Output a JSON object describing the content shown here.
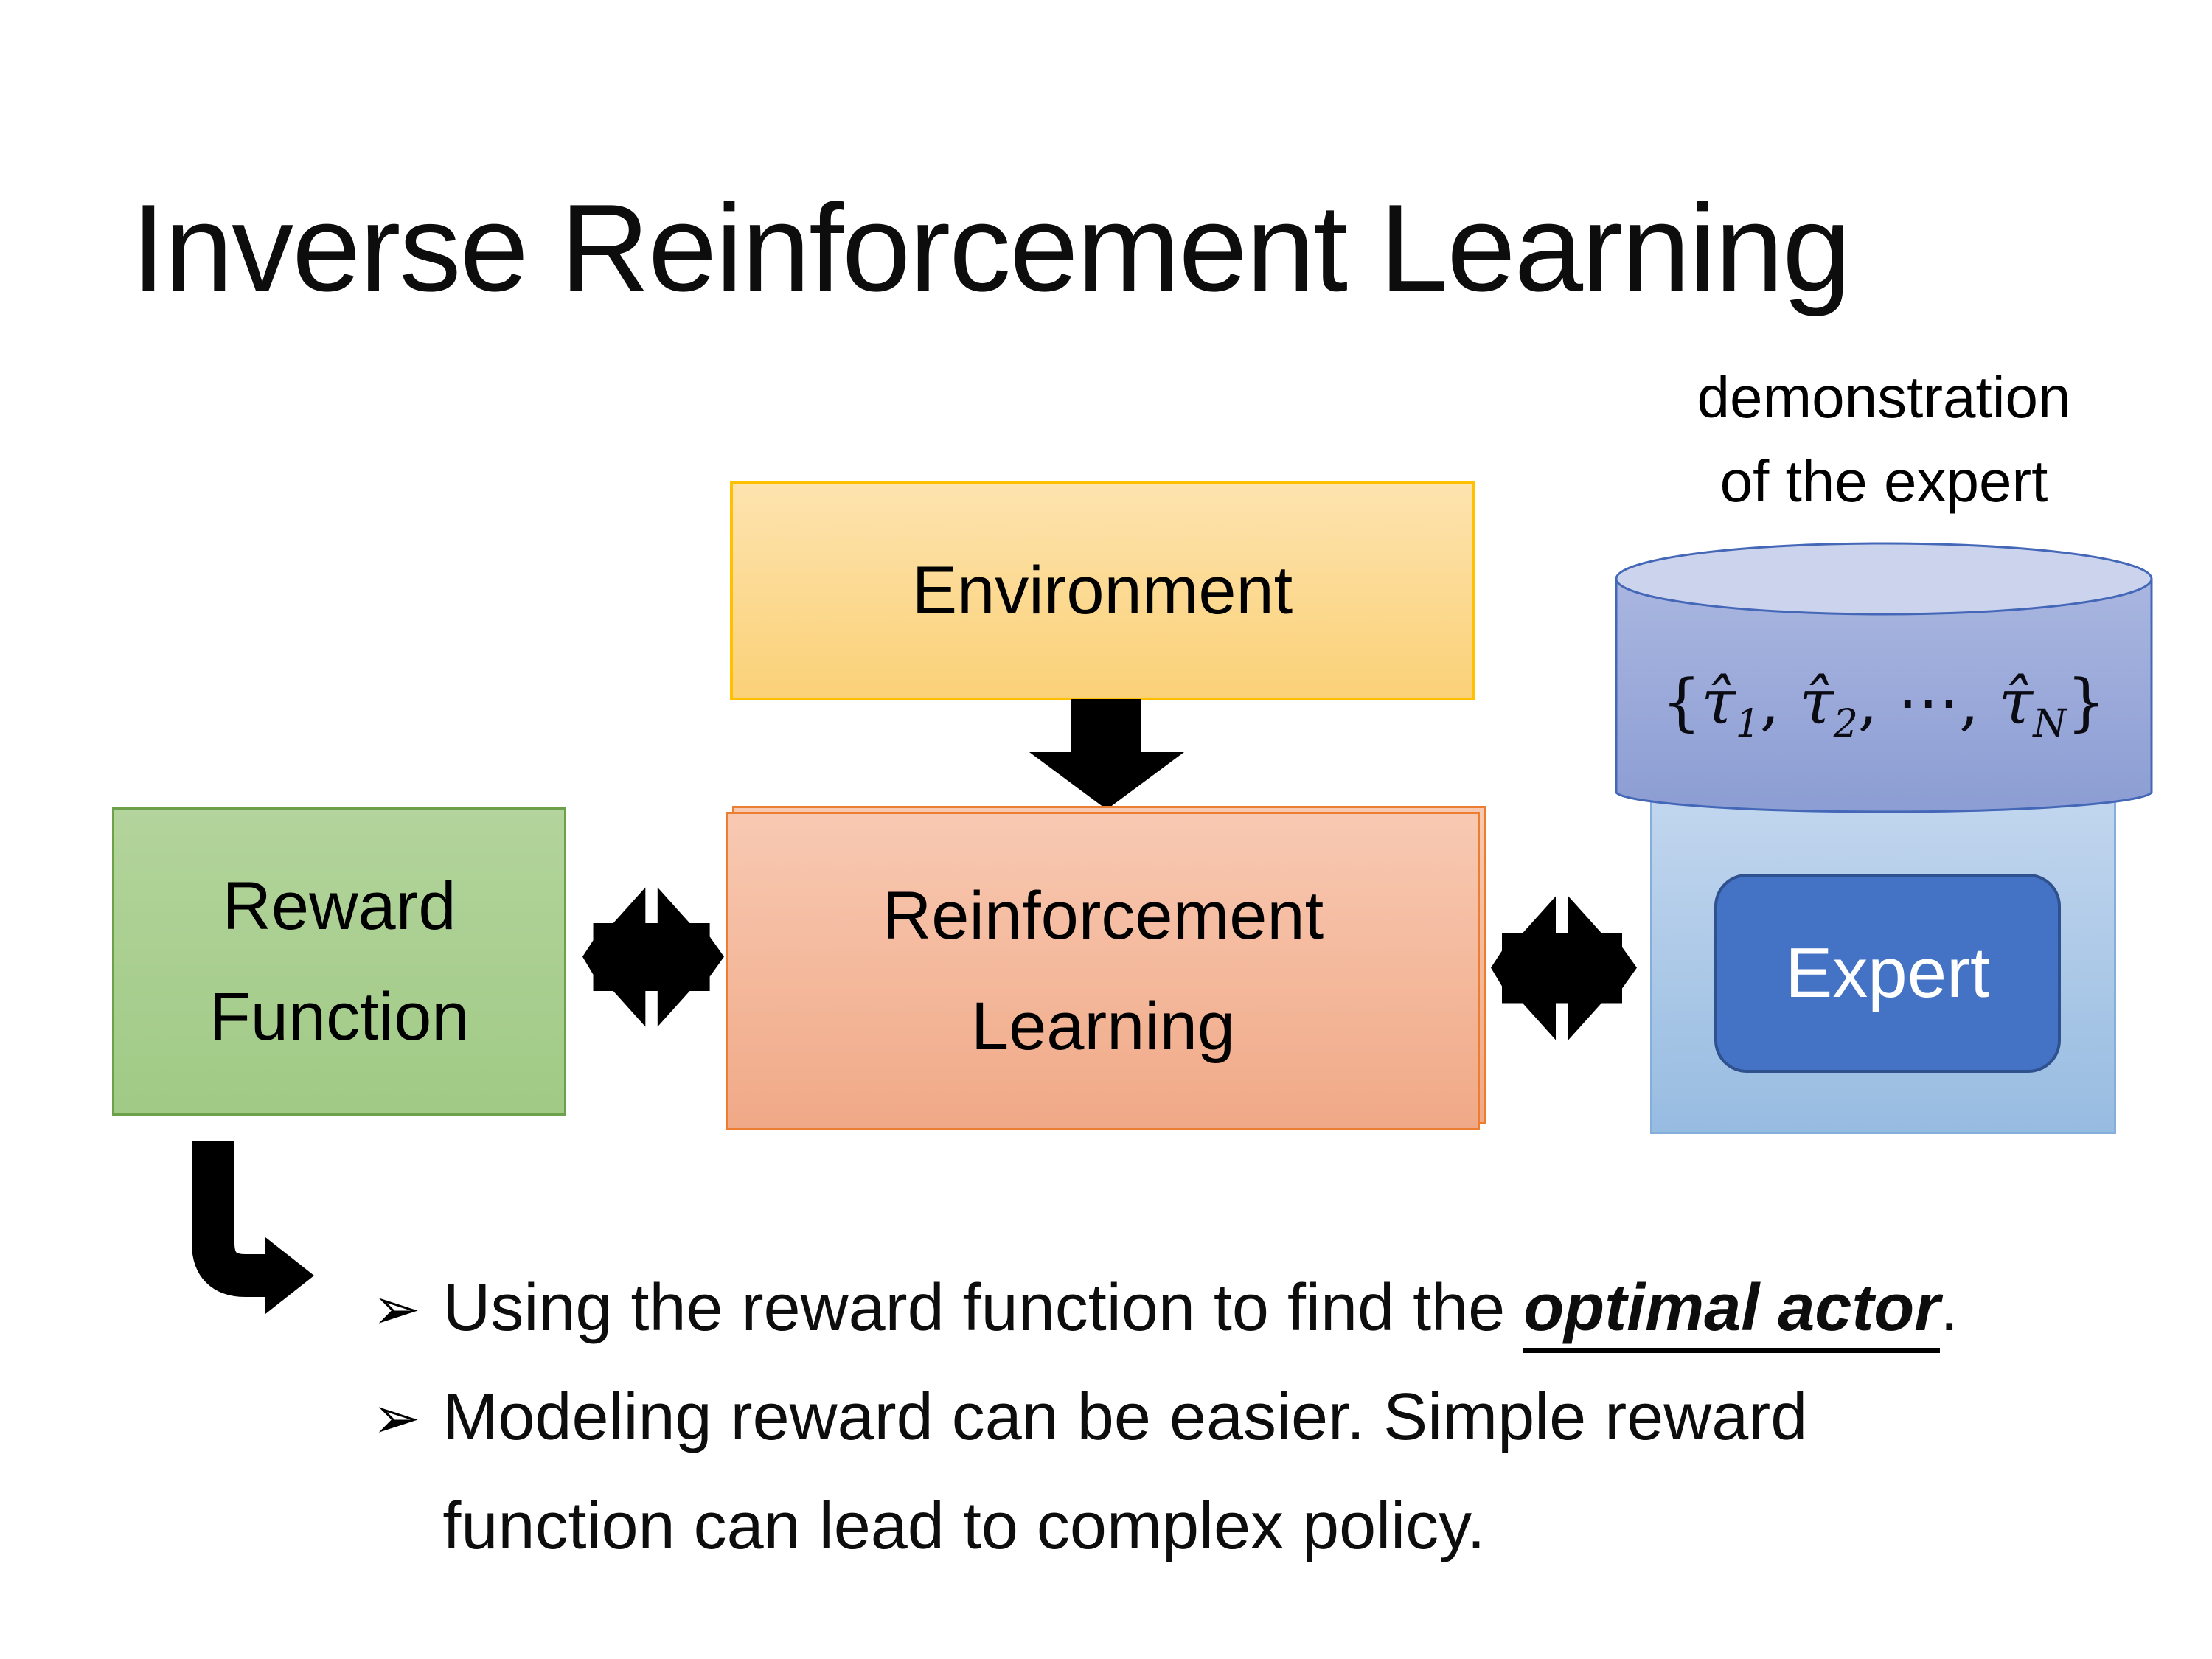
{
  "title": "Inverse Reinforcement Learning",
  "demo_label": {
    "line1": "demonstration",
    "line2": "of the expert"
  },
  "environment": {
    "label": "Environment"
  },
  "reward_function": {
    "line1": "Reward",
    "line2": "Function"
  },
  "reinforcement_learning": {
    "line1": "Reinforcement",
    "line2": "Learning"
  },
  "expert": {
    "label": "Expert"
  },
  "demonstrations_formula": {
    "lbrace": "{",
    "tau1": "τ̂",
    "sub1": "1",
    "comma1": ",",
    "tau2": "τ̂",
    "sub2": "2",
    "comma2": ",",
    "dots": "⋯",
    "comma3": ",",
    "tauN": "τ̂",
    "subN": "N",
    "rbrace": "}"
  },
  "bullets": {
    "marker": "➢",
    "item1": {
      "prefix": "Using the reward function to find the ",
      "emphasis": "optimal actor",
      "suffix": "."
    },
    "item2": {
      "line1": "Modeling reward can be easier. Simple reward",
      "line2": "function can lead to complex policy."
    }
  },
  "colors": {
    "text-color": "#000000",
    "env-border": "#ffc000",
    "env-fill-top": "#fde3ae",
    "env-fill-bottom": "#fbd178",
    "green-border": "#6da04b",
    "green-fill-top": "#b3d49c",
    "green-fill-bottom": "#a0ca85",
    "orange-border": "#ed7d31",
    "orange-fill-top": "#f8c9b2",
    "orange-fill-bottom": "#f0a987",
    "blue-box-border": "#86aedb",
    "blue-box-fill-top": "#c2d6ee",
    "blue-box-fill-bottom": "#97bce1",
    "expert-fill": "#4472c4",
    "expert-border": "#2f528f",
    "cyl-stroke": "#4467b8",
    "cyl-top-fill": "#ccd4ed",
    "cyl-body-top": "#a9b6e0",
    "cyl-body-bottom": "#8c9dd3",
    "arrow-color": "#000000"
  }
}
